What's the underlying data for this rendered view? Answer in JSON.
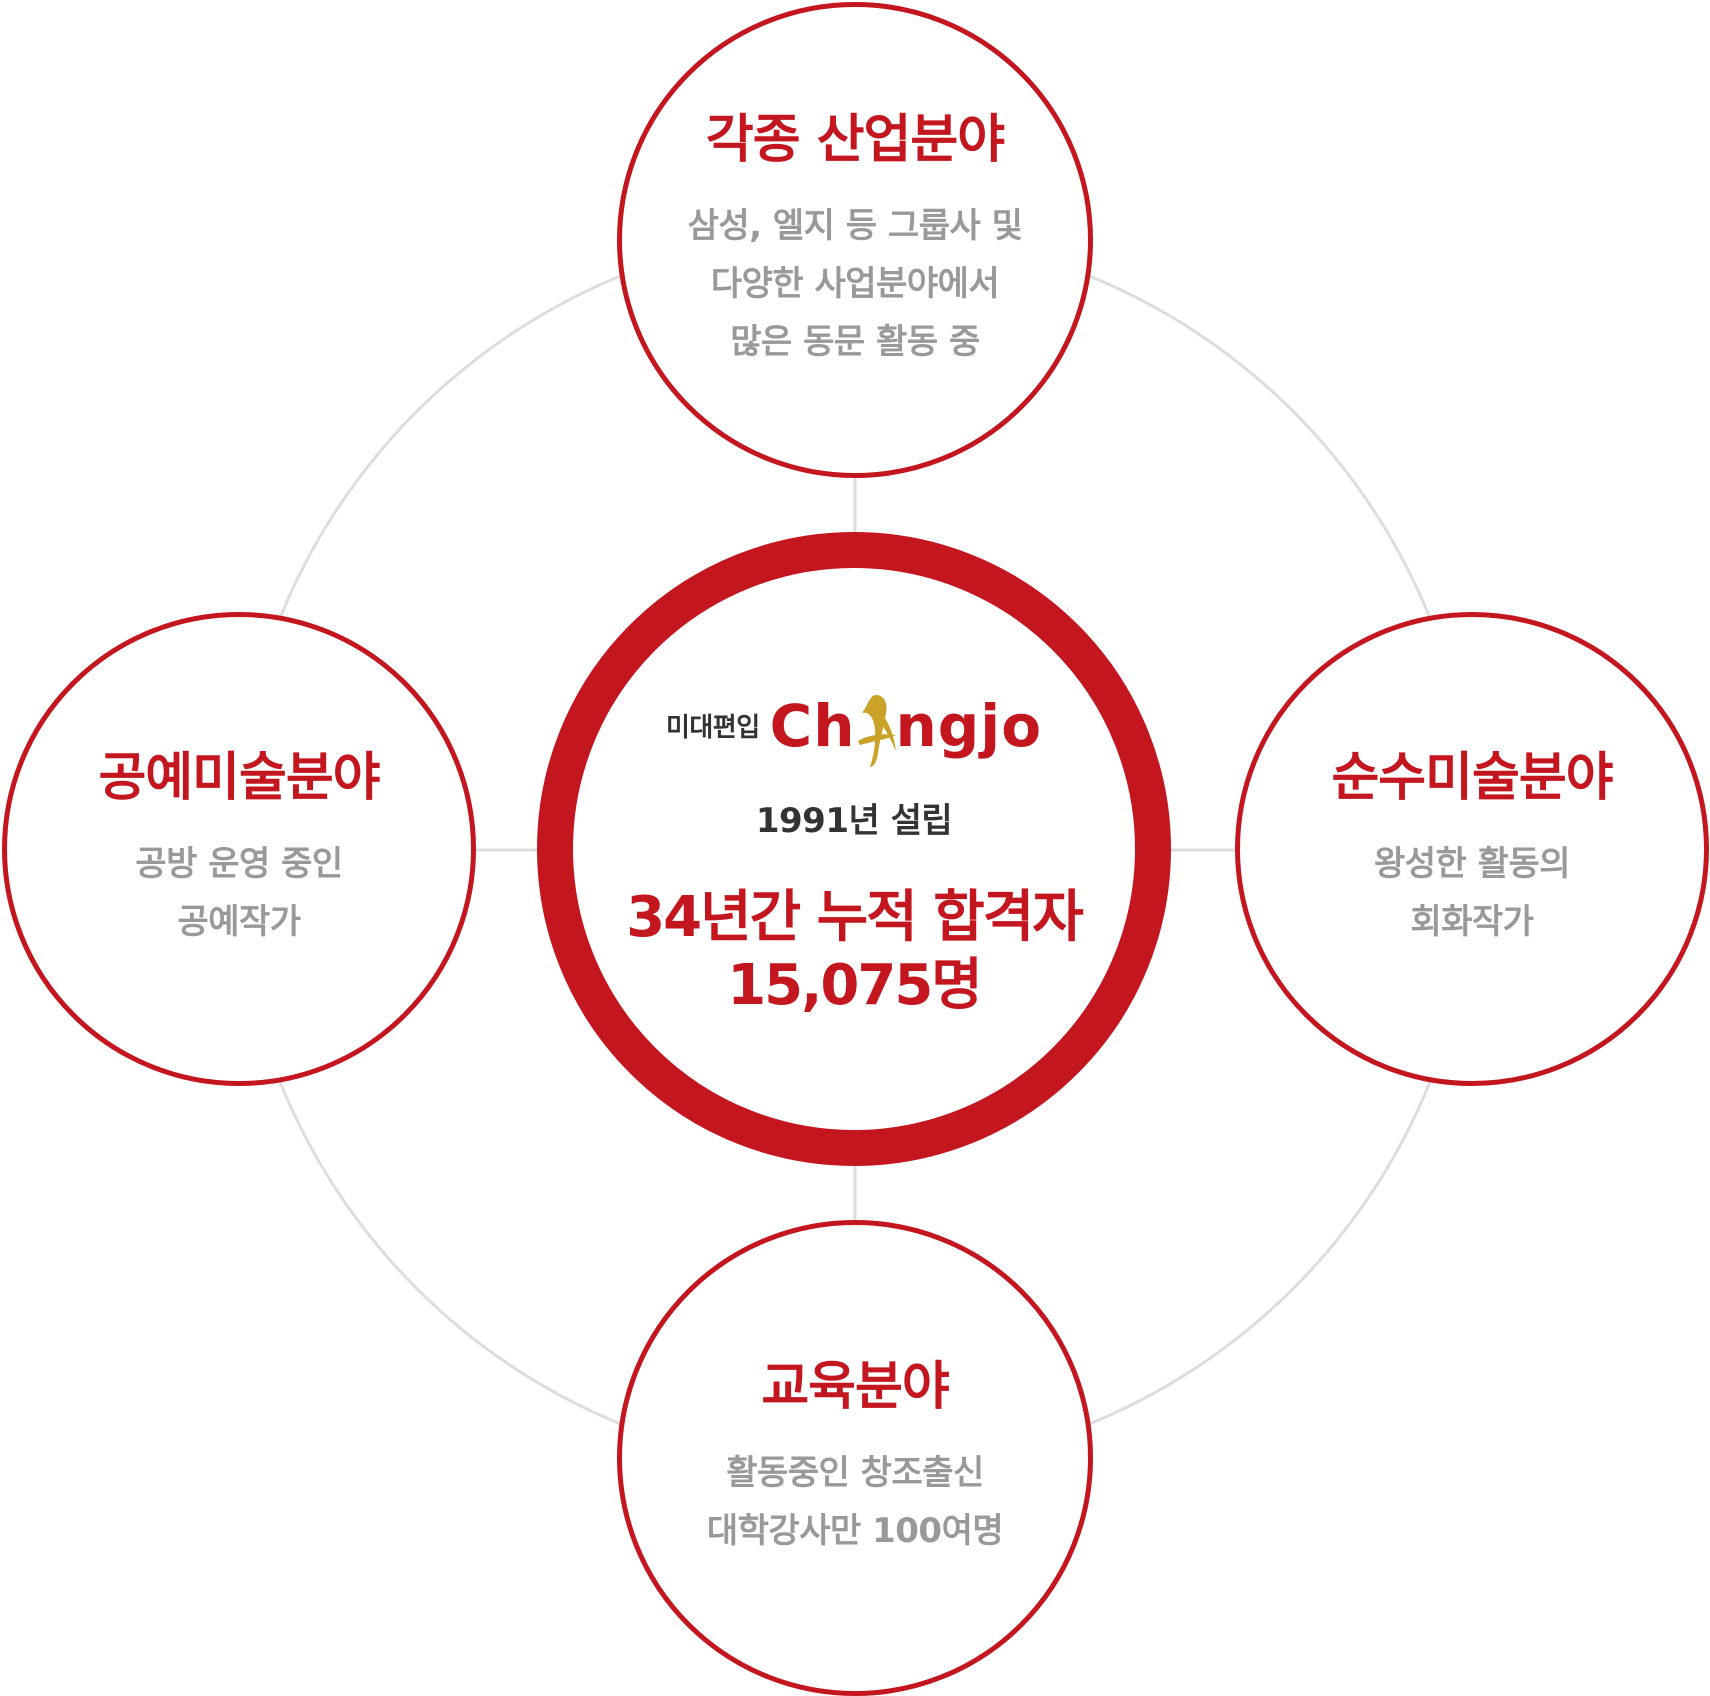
{
  "colors": {
    "accent": "#c3161f",
    "ring": "#dddddd",
    "desc_text": "#999999",
    "dark_text": "#333333",
    "logo_gold": "#c9a227"
  },
  "center": {
    "brand_prefix": "미대편입",
    "brand_name_left": "Ch",
    "brand_name_right": "ngjo",
    "founded": "1991년 설립",
    "total_line1": "34년간 누적 합격자",
    "total_line2": "15,075명"
  },
  "nodes": {
    "top": {
      "title": "각종 산업분야",
      "lines": [
        "삼성, 엘지 등 그룹사 및",
        "다양한 사업분야에서",
        "많은 동문 활동 중"
      ]
    },
    "left": {
      "title": "공예미술분야",
      "lines": [
        "공방 운영 중인",
        "공예작가"
      ]
    },
    "right": {
      "title": "순수미술분야",
      "lines": [
        "왕성한 활동의",
        "회화작가"
      ]
    },
    "bottom": {
      "title": "교육분야",
      "lines": [
        "활동중인 창조출신",
        "대학강사만 100여명"
      ]
    }
  }
}
